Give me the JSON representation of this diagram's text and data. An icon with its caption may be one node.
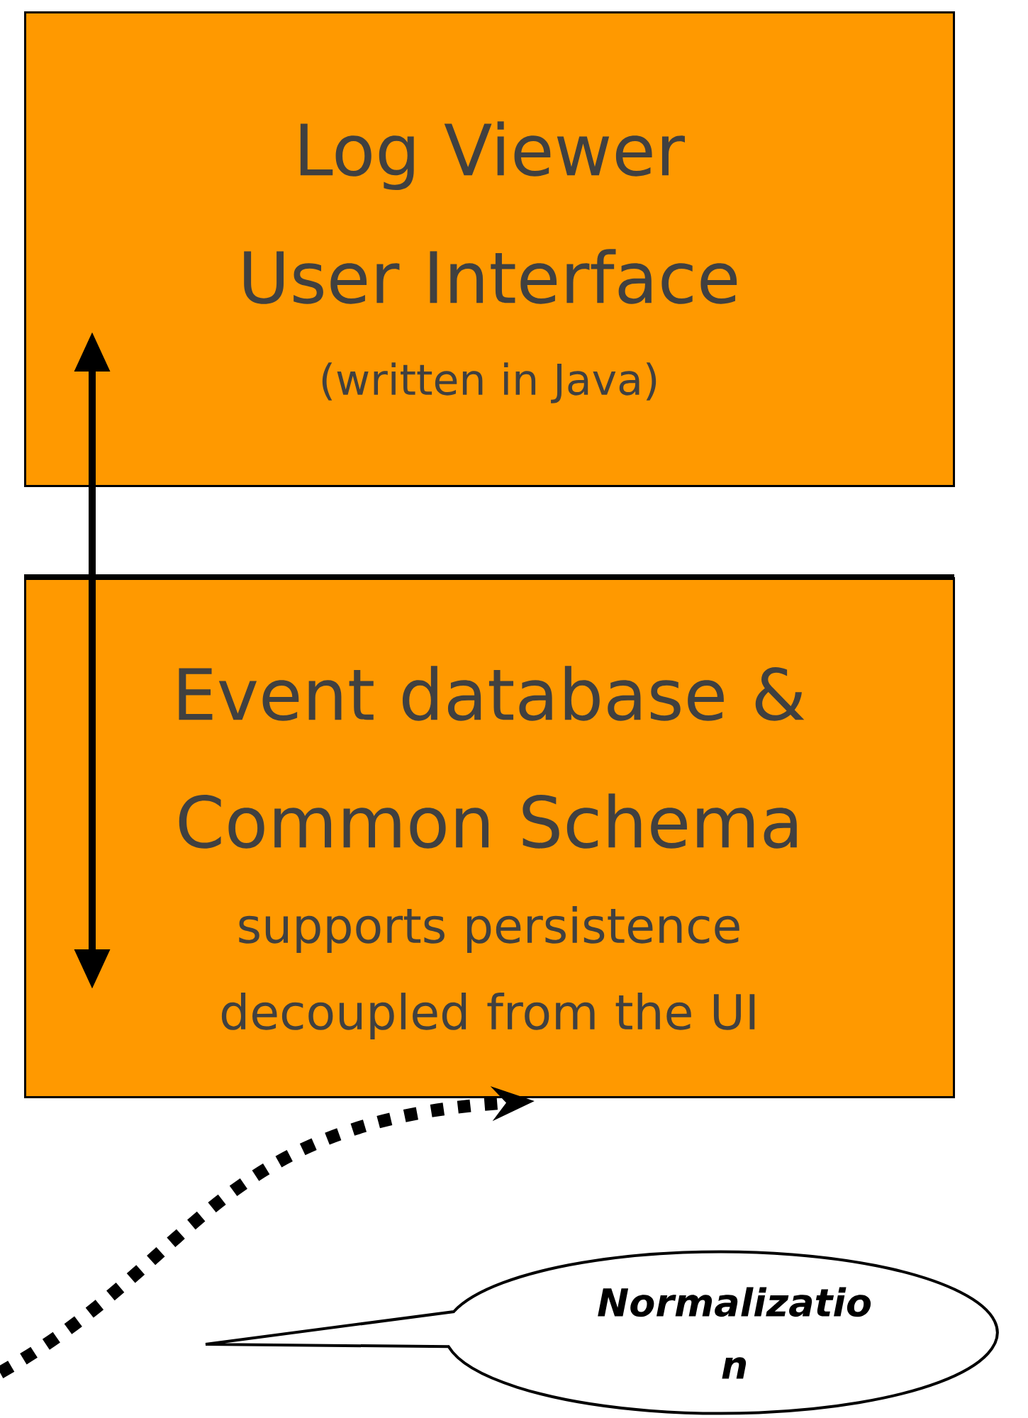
{
  "diagram": {
    "nodes": [
      {
        "text": [
          "Log Viewer User Interface",
          "(written in Java)"
        ]
      },
      {
        "text": [
          "Event database & Common Schema",
          "supports persistence decoupled from the UI"
        ]
      },
      {
        "text": [
          "Normalizatio n"
        ]
      }
    ],
    "edges": [
      {
        "from": 0,
        "to": 1,
        "arrow": "both"
      },
      {
        "from": null,
        "to": 1,
        "arrow": "to",
        "style": "dashed"
      }
    ]
  }
}
